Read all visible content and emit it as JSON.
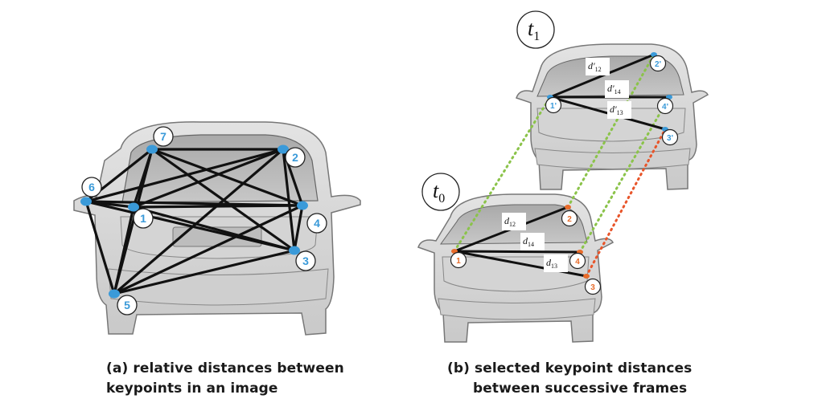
{
  "panel_a": {
    "caption_line1": "(a) relative distances between",
    "caption_line2": "keypoints in an image",
    "keypoints": [
      {
        "label": "1"
      },
      {
        "label": "2"
      },
      {
        "label": "3"
      },
      {
        "label": "4"
      },
      {
        "label": "5"
      },
      {
        "label": "6"
      },
      {
        "label": "7"
      }
    ]
  },
  "panel_b": {
    "caption_line1": "(b) selected keypoint distances",
    "caption_line2": "between successive frames",
    "frame_t0": {
      "time_label": "t",
      "time_sub": "0",
      "keypoints": [
        {
          "label": "1"
        },
        {
          "label": "2"
        },
        {
          "label": "3"
        },
        {
          "label": "4"
        }
      ],
      "distances": [
        {
          "d": "d",
          "sub": "12"
        },
        {
          "d": "d",
          "sub": "14"
        },
        {
          "d": "d",
          "sub": "13"
        }
      ]
    },
    "frame_t1": {
      "time_label": "t",
      "time_sub": "1",
      "keypoints": [
        {
          "label": "1'"
        },
        {
          "label": "2'"
        },
        {
          "label": "3'"
        },
        {
          "label": "4'"
        }
      ],
      "distances": [
        {
          "d": "d'",
          "sub": "12"
        },
        {
          "d": "d'",
          "sub": "14"
        },
        {
          "d": "d'",
          "sub": "13"
        }
      ]
    }
  },
  "colors": {
    "keypoint_blue": "#3a9ad9",
    "keypoint_orange": "#e86b2a",
    "link_green": "#8bc34a",
    "link_red": "#e8552a",
    "line": "#111111"
  }
}
